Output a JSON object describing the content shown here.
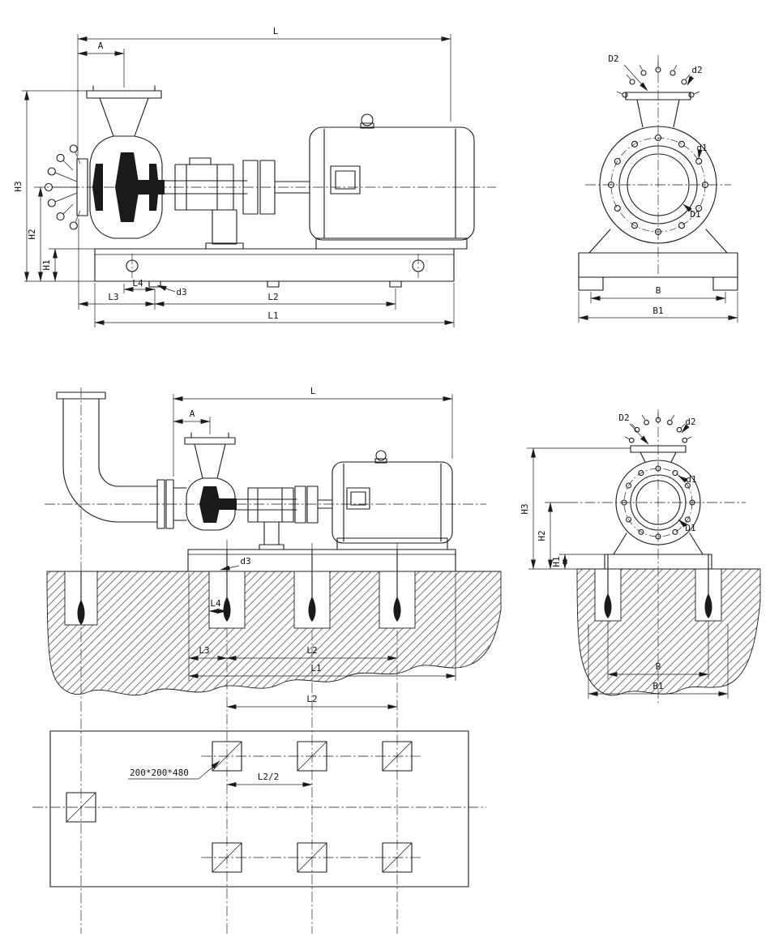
{
  "dims": {
    "L": "L",
    "A": "A",
    "H1": "H1",
    "H2": "H2",
    "H3": "H3",
    "L1": "L1",
    "L2": "L2",
    "L3": "L3",
    "L4": "L4",
    "d3": "d3",
    "D1": "D1",
    "D2": "D2",
    "d1": "d1",
    "d2": "d2",
    "B": "B",
    "B1": "B1",
    "L2_half": "L2/2",
    "pocket_size": "200*200*480"
  },
  "colors": {
    "ink": "#1a1a1a",
    "paper": "#ffffff"
  }
}
